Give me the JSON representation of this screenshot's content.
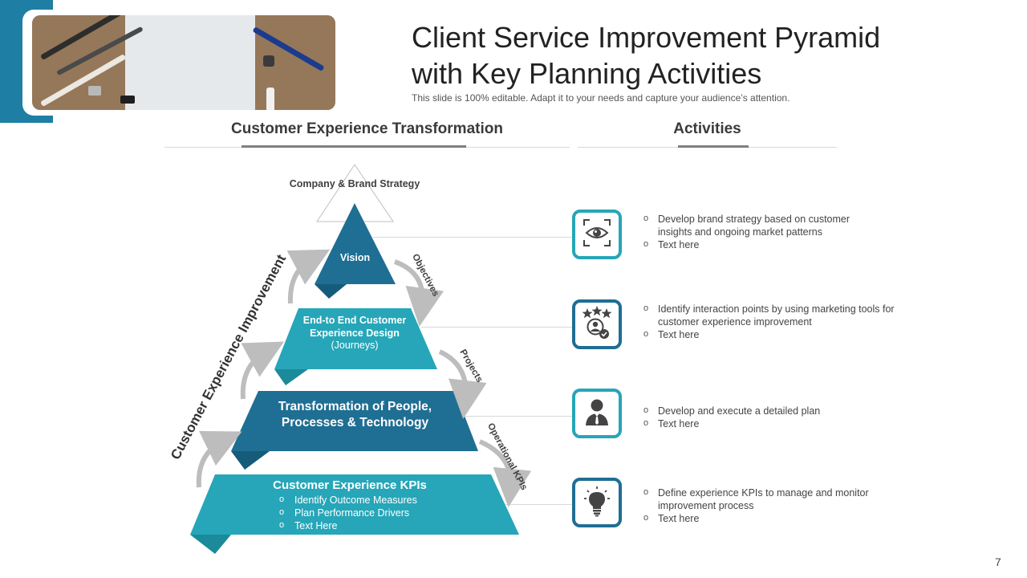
{
  "header": {
    "title": "Client Service Improvement Pyramid with Key Planning Activities",
    "subtitle": "This slide is 100% editable. Adapt it to your needs and capture your audience’s attention."
  },
  "sections": {
    "left_heading": "Customer Experience Transformation",
    "right_heading": "Activities"
  },
  "pyramid": {
    "apex_label": "Company & Brand Strategy",
    "side_label": "Customer Experience Improvement",
    "tiers": [
      {
        "label": "Vision"
      },
      {
        "label": "End-to End Customer Experience Design",
        "sublabel": "(Journeys)"
      },
      {
        "label": "Transformation of People, Processes & Technology"
      },
      {
        "label": "Customer Experience KPIs",
        "bullets": [
          "Identify Outcome Measures",
          "Plan Performance Drivers",
          "Text Here"
        ]
      }
    ],
    "arrow_labels": [
      "Objectives",
      "Projects",
      "Operational KPIs"
    ]
  },
  "activities": [
    {
      "icon": "eye-scan-icon",
      "color": "#26a6b8",
      "bullets": [
        "Develop brand strategy based on customer insights and ongoing market patterns",
        "Text here"
      ]
    },
    {
      "icon": "customer-rating-icon",
      "color": "#1f6e93",
      "bullets": [
        "Identify interaction points by using marketing tools for customer experience improvement",
        "Text here"
      ]
    },
    {
      "icon": "business-person-icon",
      "color": "#26a6b8",
      "bullets": [
        "Develop and execute a detailed plan",
        "Text here"
      ]
    },
    {
      "icon": "lightbulb-icon",
      "color": "#1f6e93",
      "bullets": [
        "Define experience KPIs to manage and monitor improvement process",
        "Text here"
      ]
    }
  ],
  "colors": {
    "teal": "#26a6b8",
    "blue": "#1f6e93",
    "dark_blue": "#165b79",
    "corner": "#1f7ea3"
  },
  "footer": {
    "page_number": "7"
  }
}
